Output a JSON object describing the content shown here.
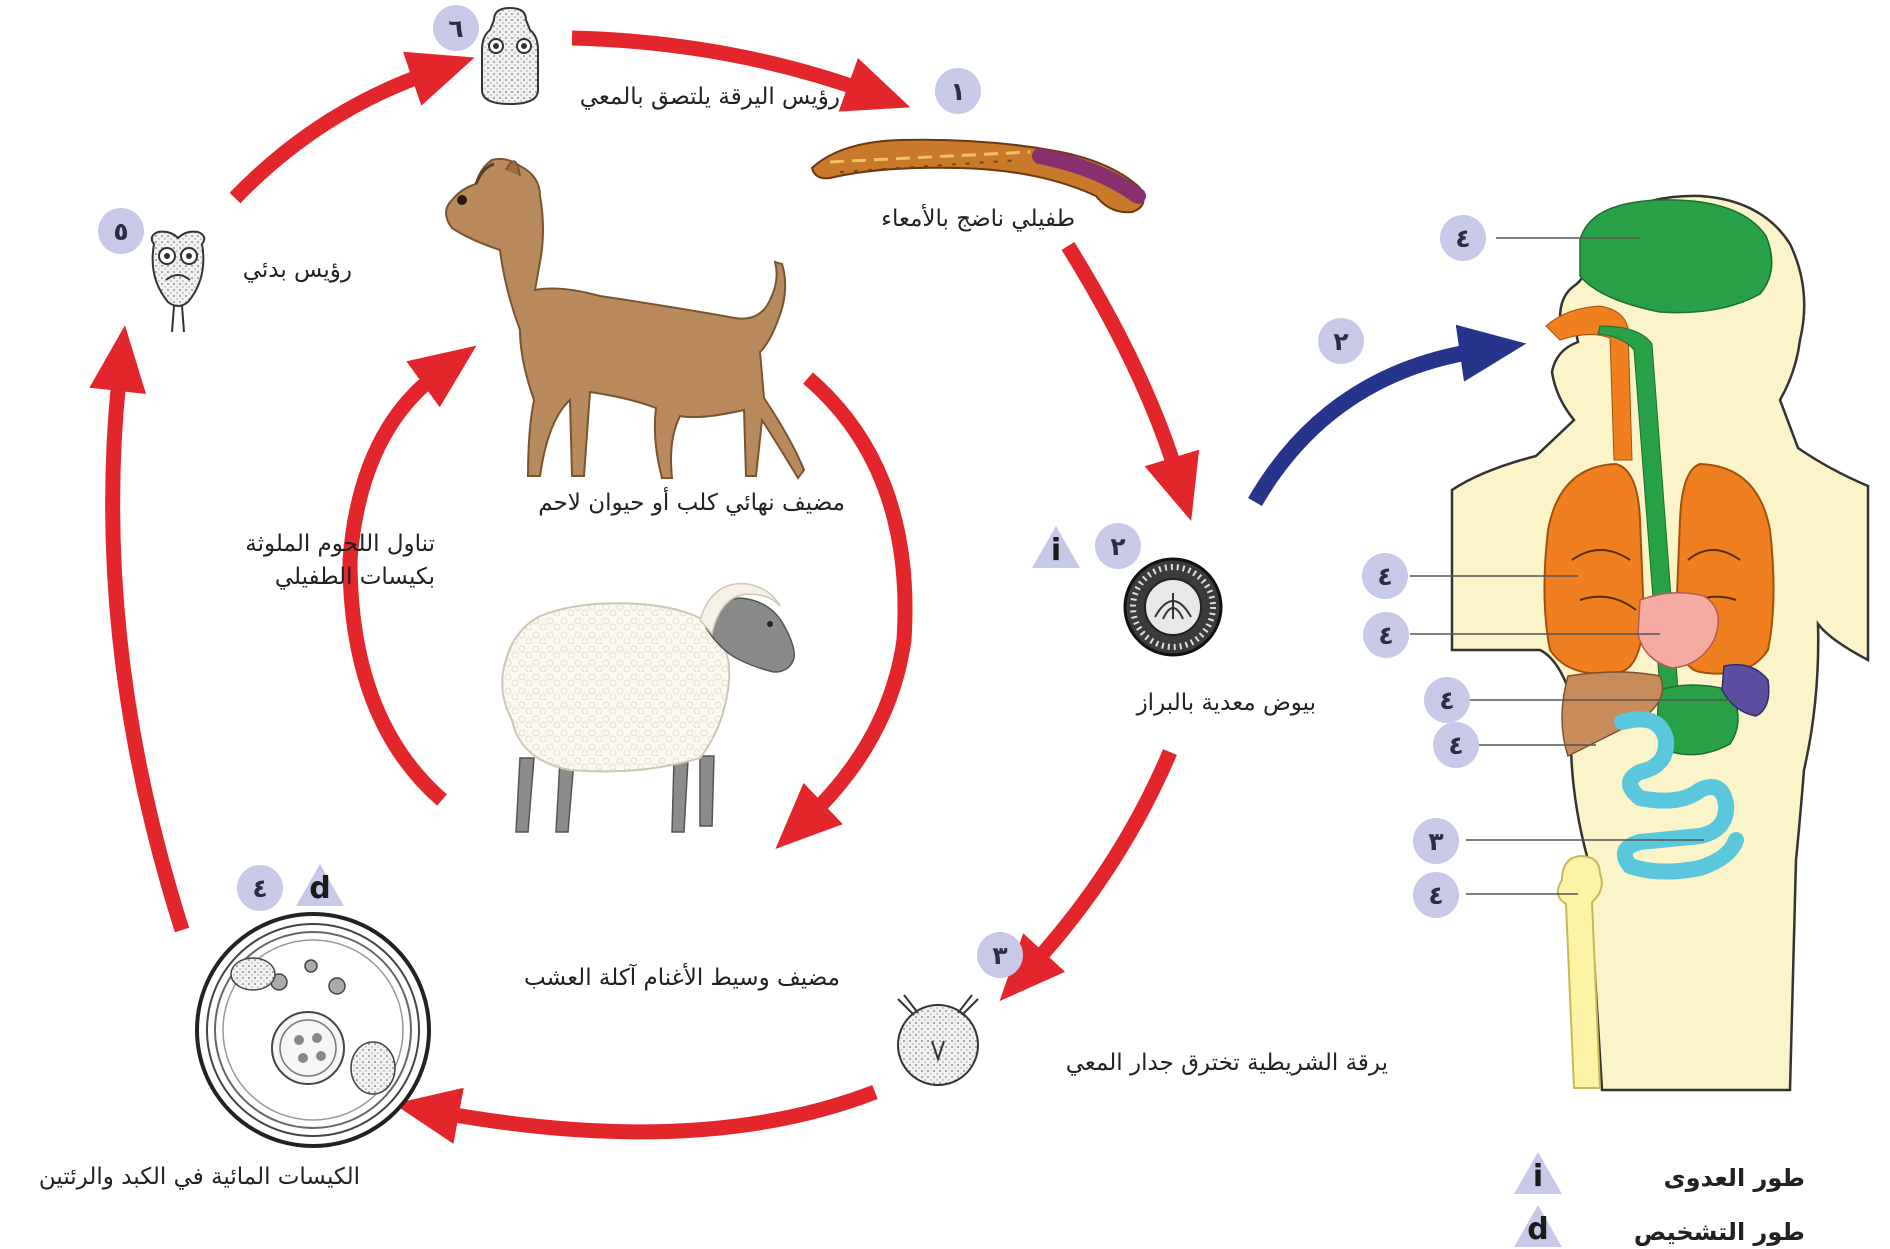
{
  "colors": {
    "cycle_arrow": "#e3262b",
    "human_arrow": "#27348b",
    "badge": "#c8c8e8",
    "body": "#fbf4c9",
    "brain": "#27a046",
    "lungs": "#f07f1f",
    "intestine": "#5bc7dd",
    "liver": "#c88b5c"
  },
  "labels": {
    "adult": "طفيلي ناضج بالأمعاء",
    "eggs": "بيوض معدية بالبراز",
    "oncosphere": "يرقة الشريطية تخترق جدار المعي",
    "cysts": "الكيسات المائية في الكبد والرئتين",
    "protoscolex": "رؤيس بدئي",
    "scolex": "رؤيس اليرقة يلتصق بالمعي",
    "dog": "مضيف نهائي كلب  أو حيوان لاحم",
    "sheep": "مضيف وسيط الأغنام آكلة العشب",
    "ingestion_line1": "تناول اللحوم الملوثة",
    "ingestion_line2": "بكيسات الطفيلي"
  },
  "badges": {
    "adult": "١",
    "eggs": "٢",
    "oncosphere": "٣",
    "cysts": "٤",
    "protoscolex": "٥",
    "scolex": "٦",
    "human_arrow": "٢",
    "human_brain": "٤",
    "human_lungs": "٤",
    "human_heart": "٤",
    "human_spleen": "٤",
    "human_liver": "٤",
    "human_intestine": "٣",
    "human_bone": "٤"
  },
  "stage_markers": {
    "infective": "i",
    "diagnostic": "d"
  },
  "legend": {
    "infective_label": "طور العدوى",
    "diagnostic_label": "طور التشخيص"
  }
}
